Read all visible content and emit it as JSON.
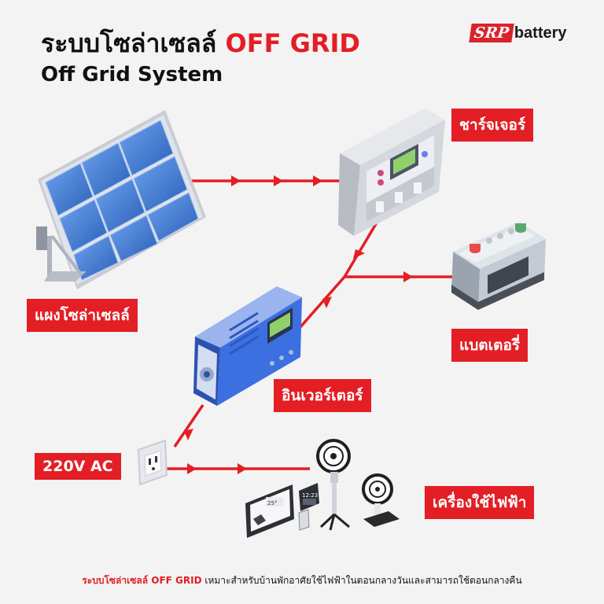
{
  "title": {
    "thai_main": "ระบบโซล่าเซลล์ ",
    "thai_accent": "OFF GRID",
    "english": "Off Grid System"
  },
  "logo": {
    "brand": "SRP",
    "word": "battery"
  },
  "components": {
    "solar_panel": "แผงโซล่าเซลล์",
    "charger": "ชาร์จเจอร์",
    "battery": "แบตเตอรี่",
    "inverter": "อินเวอร์เตอร์",
    "outlet": "220V AC",
    "appliances": "เครื่องใช้ไฟฟ้า"
  },
  "appliance_screens": {
    "clock_time": "12:23",
    "tablet_temp": "25°"
  },
  "footer": {
    "accent": "ระบบโซล่าเซลล์ OFF GRID",
    "text": " เหมาะสำหรับบ้านพักอาศัยใช้ไฟฟ้าในตอนกลางวันและสามารถใช้ตอนกลางคืน"
  },
  "colors": {
    "accent": "#e31e24",
    "background": "#f3f3f3",
    "panel_blue": "#2e6fc8",
    "inverter_blue": "#3c6fe0"
  }
}
